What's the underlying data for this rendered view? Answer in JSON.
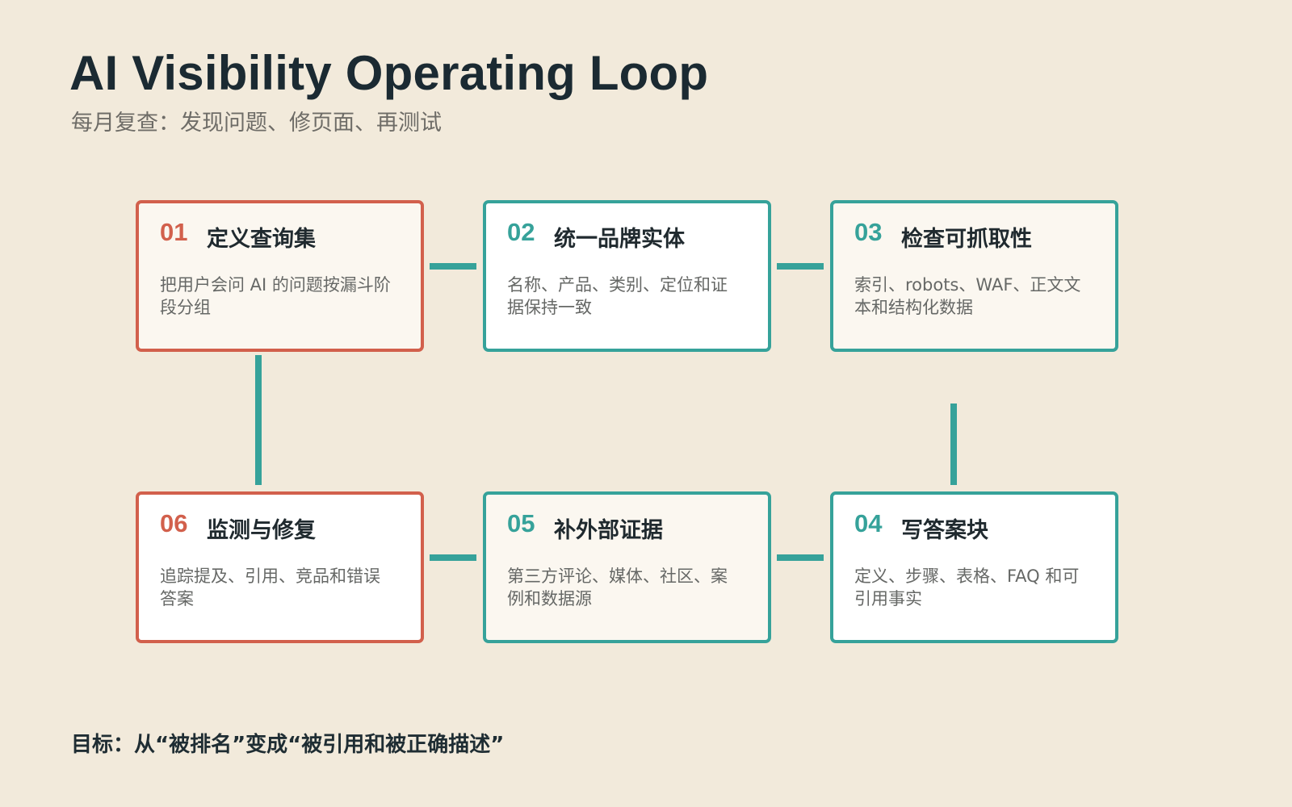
{
  "title": "AI Visibility Operating Loop",
  "subtitle": "每月复查：发现问题、修页面、再测试",
  "steps": [
    {
      "num": "01",
      "title": "定义查询集",
      "desc": "把用户会问 AI 的问题按漏斗阶段分组"
    },
    {
      "num": "02",
      "title": "统一品牌实体",
      "desc": "名称、产品、类别、定位和证据保持一致"
    },
    {
      "num": "03",
      "title": "检查可抓取性",
      "desc": "索引、robots、WAF、正文文本和结构化数据"
    },
    {
      "num": "04",
      "title": "写答案块",
      "desc": "定义、步骤、表格、FAQ 和可引用事实"
    },
    {
      "num": "05",
      "title": "补外部证据",
      "desc": "第三方评论、媒体、社区、案例和数据源"
    },
    {
      "num": "06",
      "title": "监测与修复",
      "desc": "追踪提及、引用、竞品和错误答案"
    }
  ],
  "footer": "目标：从“被排名”变成“被引用和被正确描述”",
  "colors": {
    "background": "#f2eadb",
    "teal": "#36a29a",
    "coral": "#d2604c"
  }
}
